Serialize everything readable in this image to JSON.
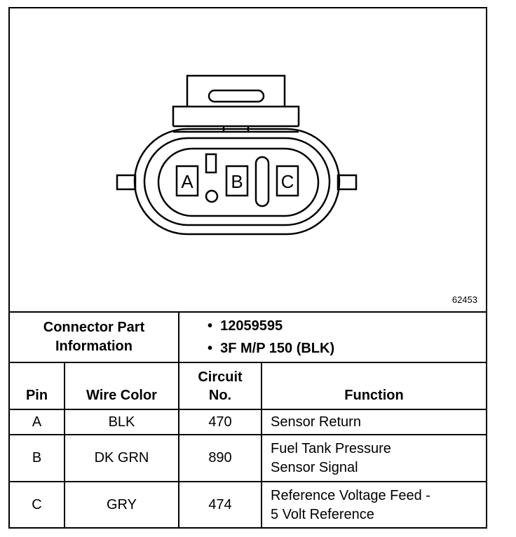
{
  "figure": {
    "id": "62453",
    "pins": [
      "A",
      "B",
      "C"
    ]
  },
  "connector_info": {
    "label_line1": "Connector Part",
    "label_line2": "Information",
    "bullets": [
      "12059595",
      "3F M/P 150 (BLK)"
    ]
  },
  "table": {
    "headers": {
      "pin": "Pin",
      "wire_color": "Wire Color",
      "circuit_line1": "Circuit",
      "circuit_line2": "No.",
      "function": "Function"
    },
    "rows": [
      {
        "pin": "A",
        "wire_color": "BLK",
        "circuit": "470",
        "function_line1": "Sensor Return",
        "function_line2": ""
      },
      {
        "pin": "B",
        "wire_color": "DK GRN",
        "circuit": "890",
        "function_line1": "Fuel Tank Pressure",
        "function_line2": "Sensor Signal"
      },
      {
        "pin": "C",
        "wire_color": "GRY",
        "circuit": "474",
        "function_line1": "Reference Voltage Feed -",
        "function_line2": "5 Volt Reference"
      }
    ]
  }
}
